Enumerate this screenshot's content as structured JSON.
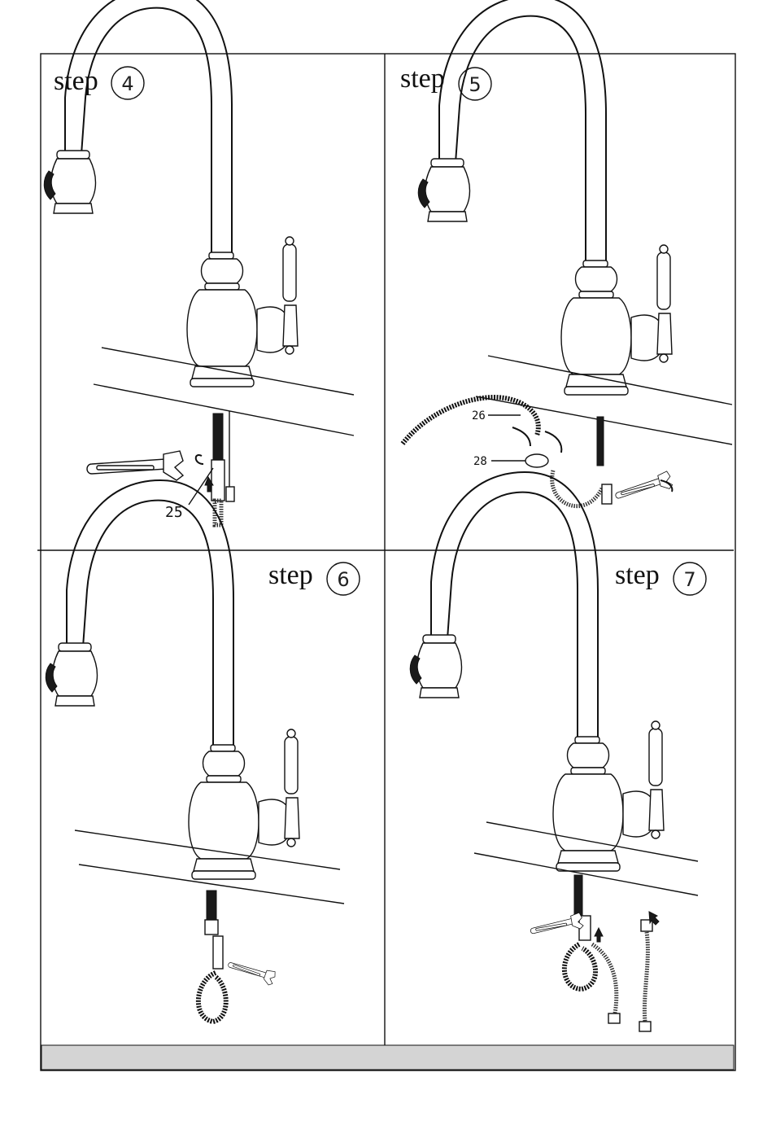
{
  "steps": [
    {
      "word": "step",
      "number": "4",
      "callouts": [
        "25"
      ]
    },
    {
      "word": "step",
      "number": "5",
      "callouts": [
        "26",
        "28"
      ]
    },
    {
      "word": "step",
      "number": "6",
      "callouts": []
    },
    {
      "word": "step",
      "number": "7",
      "callouts": []
    }
  ]
}
